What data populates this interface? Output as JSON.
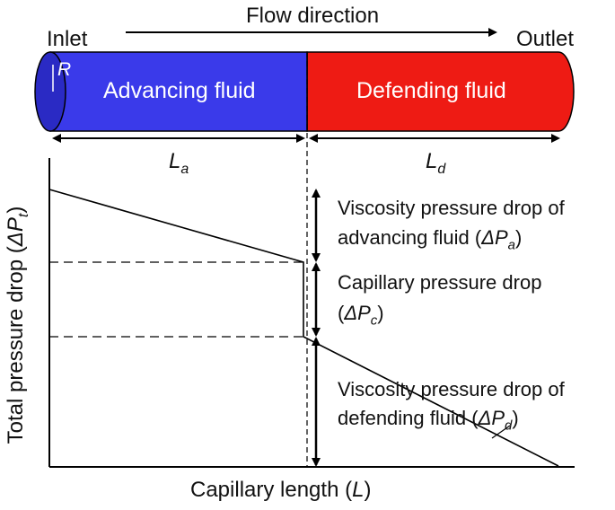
{
  "tube": {
    "inlet": "Inlet",
    "outlet": "Outlet",
    "flow_direction": "Flow direction",
    "radius": "R",
    "advancing": "Advancing fluid",
    "defending": "Defending fluid",
    "len_a_main": "L",
    "len_a_sub": "a",
    "len_d_main": "L",
    "len_d_sub": "d",
    "advancing_color": "#3a3aea",
    "defending_color": "#ee1b14"
  },
  "axes": {
    "y_main": "Total pressure drop (",
    "y_sym": "ΔP",
    "y_sub": "t",
    "y_close": ")",
    "x_main": "Capillary length (",
    "x_sym": "L",
    "x_close": ")"
  },
  "annotations": {
    "visc_a_line1": "Viscosity pressure drop of",
    "visc_a_line2": "advancing fluid (",
    "visc_a_sym": "ΔP",
    "visc_a_sub": "a",
    "visc_a_close": ")",
    "cap_line1": "Capillary pressure drop",
    "cap_line2_open": "(",
    "cap_sym": "ΔP",
    "cap_sub": "c",
    "cap_close": ")",
    "visc_d_line1": "Viscosity pressure drop of",
    "visc_d_line2": "defending fluid (",
    "visc_d_sym": "ΔP",
    "visc_d_sub": "d",
    "visc_d_close": ")"
  }
}
